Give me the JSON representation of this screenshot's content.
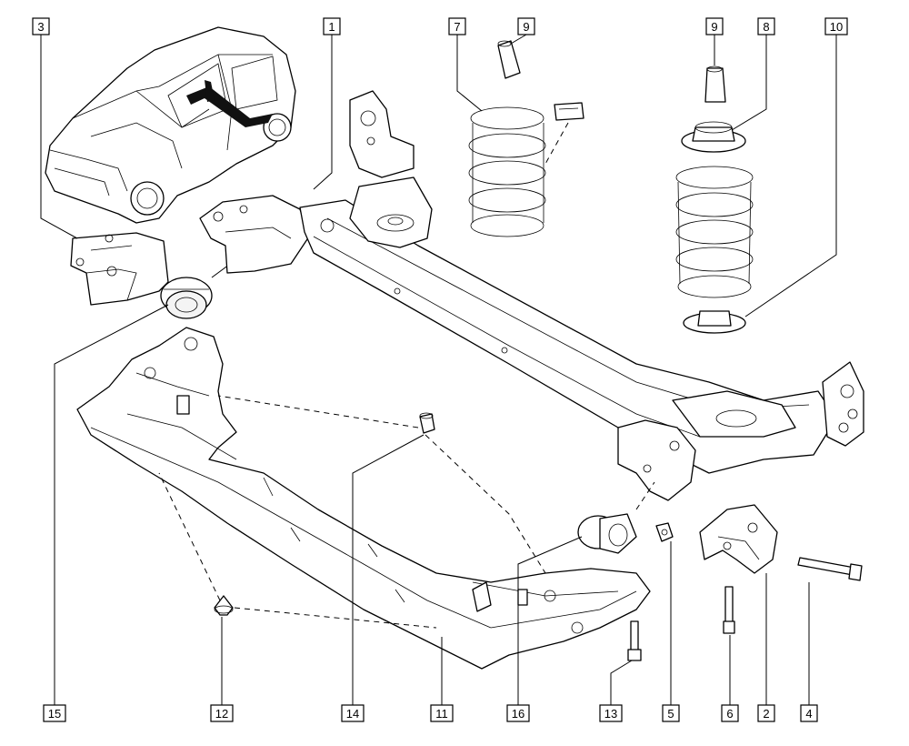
{
  "callouts": [
    {
      "id": "c1",
      "label": "1"
    },
    {
      "id": "c2",
      "label": "2"
    },
    {
      "id": "c3",
      "label": "3"
    },
    {
      "id": "c4",
      "label": "4"
    },
    {
      "id": "c5",
      "label": "5"
    },
    {
      "id": "c6",
      "label": "6"
    },
    {
      "id": "c7",
      "label": "7"
    },
    {
      "id": "c8",
      "label": "8"
    },
    {
      "id": "c9a",
      "label": "9"
    },
    {
      "id": "c9b",
      "label": "9"
    },
    {
      "id": "c10",
      "label": "10"
    },
    {
      "id": "c11",
      "label": "11"
    },
    {
      "id": "c12",
      "label": "12"
    },
    {
      "id": "c13",
      "label": "13"
    },
    {
      "id": "c14",
      "label": "14"
    },
    {
      "id": "c15",
      "label": "15"
    },
    {
      "id": "c16",
      "label": "16"
    }
  ]
}
